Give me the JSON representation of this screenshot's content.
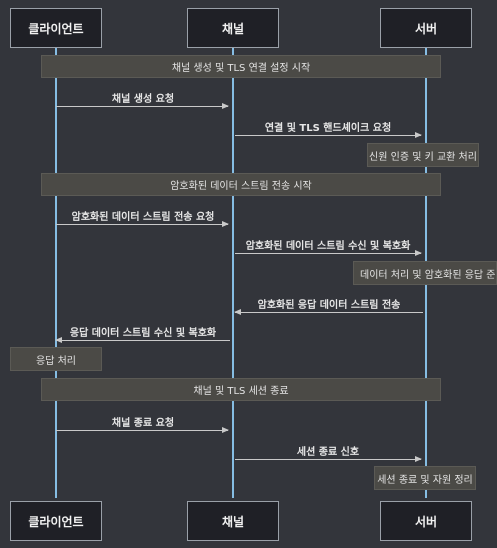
{
  "participants": {
    "client": "클라이언트",
    "channel": "채널",
    "server": "서버"
  },
  "banners": {
    "channel_setup": "채널 생성 및 TLS 연결 설정 시작",
    "encrypted_stream": "암호화된 데이터 스트림 전송 시작",
    "teardown": "채널 및 TLS 세션 종료"
  },
  "messages": {
    "m1": "채널 생성 요청",
    "m2": "연결 및 TLS 핸드셰이크 요청",
    "m3": "암호화된 데이터 스트림 전송 요청",
    "m4": "암호화된 데이터 스트림 수신 및 복호화",
    "m5": "암호화된 응답 데이터 스트림 전송",
    "m6": "응답 데이터 스트림 수신 및 복호화",
    "m7": "채널 종료 요청",
    "m8": "세션 종료 신호"
  },
  "notes": {
    "auth": "신원 인증 및 키 교환 처리",
    "process": "데이터 처리 및 암호화된 응답 준비",
    "response": "응답 처리",
    "cleanup": "세션 종료 및 자원 정리"
  },
  "colors": {
    "background": "#33353b",
    "lifeline": "#86bde3",
    "note": "#4b4a46"
  }
}
